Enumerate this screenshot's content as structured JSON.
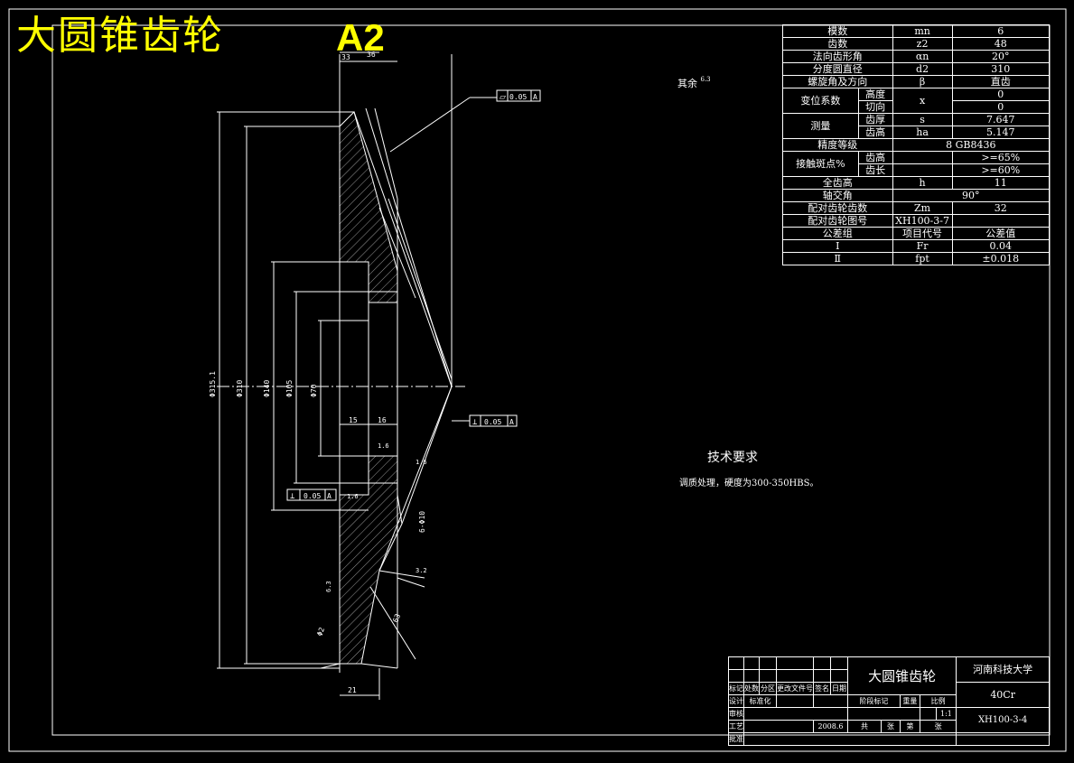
{
  "drawing": {
    "title": "大圆锥齿轮",
    "sheet_size": "A2",
    "surface_note": "其余",
    "surface_note_value": "6.3",
    "tech_req_title": "技术要求",
    "tech_req_text": "调质处理，硬度为300-350HBS。"
  },
  "params": {
    "rows": [
      {
        "name": "模数",
        "symbol": "mn",
        "value": "6"
      },
      {
        "name": "齿数",
        "symbol": "z2",
        "value": "48"
      },
      {
        "name": "法向齿形角",
        "symbol": "αn",
        "value": "20°"
      },
      {
        "name": "分度圆直径",
        "symbol": "d2",
        "value": "310"
      },
      {
        "name": "螺旋角及方向",
        "symbol": "β",
        "value": "直齿"
      },
      {
        "name": "变位系数",
        "sub1": "高度",
        "sub2": "切向",
        "symbol": "x",
        "value1": "0",
        "value2": "0"
      },
      {
        "name": "测量",
        "sub1": "齿厚",
        "sub2": "齿高",
        "symbol1": "s",
        "symbol2": "ha",
        "value1": "7.647",
        "value2": "5.147"
      },
      {
        "name": "精度等级",
        "value": "8 GB8436"
      },
      {
        "name": "接触斑点%",
        "sub1": "齿高",
        "sub2": "齿长",
        "value1": ">=65%",
        "value2": ">=60%"
      },
      {
        "name": "全齿高",
        "symbol": "h",
        "value": "11"
      },
      {
        "name": "轴交角",
        "value": "90°"
      },
      {
        "name": "配对齿轮齿数",
        "symbol": "Zm",
        "value": "32"
      },
      {
        "name": "配对齿轮图号",
        "symbol": "XH100-3-7",
        "value": ""
      },
      {
        "name": "公差组",
        "symbol": "项目代号",
        "value": "公差值"
      },
      {
        "name": "Ⅰ",
        "symbol": "Fr",
        "value": "0.04"
      },
      {
        "name": "Ⅱ",
        "symbol": "fpt",
        "value": "±0.018"
      }
    ]
  },
  "titleblock": {
    "part_name": "大圆锥齿轮",
    "school": "河南科技大学",
    "material": "40Cr",
    "drawing_no": "XH100-3-4",
    "scale": "1:1",
    "date": "2008.6",
    "labels": [
      "标记",
      "处数",
      "分区",
      "更改文件号",
      "签名",
      "日期",
      "设计",
      "标准化",
      "阶段标记",
      "重量",
      "比例",
      "审核",
      "工艺",
      "批准",
      "共",
      "张",
      "第",
      "张"
    ]
  },
  "dims": {
    "d_tip": "Φ315.1",
    "d_pitch": "Φ310",
    "d_hub": "Φ140",
    "d_inner": "Φ105",
    "d_bore": "Φ70",
    "w_top": "33",
    "w_top2": "36",
    "w_15": "15",
    "w_16": "16",
    "w_bottom": "21",
    "face_63": "63",
    "angle": "Φ2",
    "keyway": "6-Φ10",
    "tol_flat": "0.05",
    "tol_perp": "0.05",
    "datum": "A",
    "rough1": "1.6",
    "rough2": "3.2",
    "rough3": "6.3"
  }
}
